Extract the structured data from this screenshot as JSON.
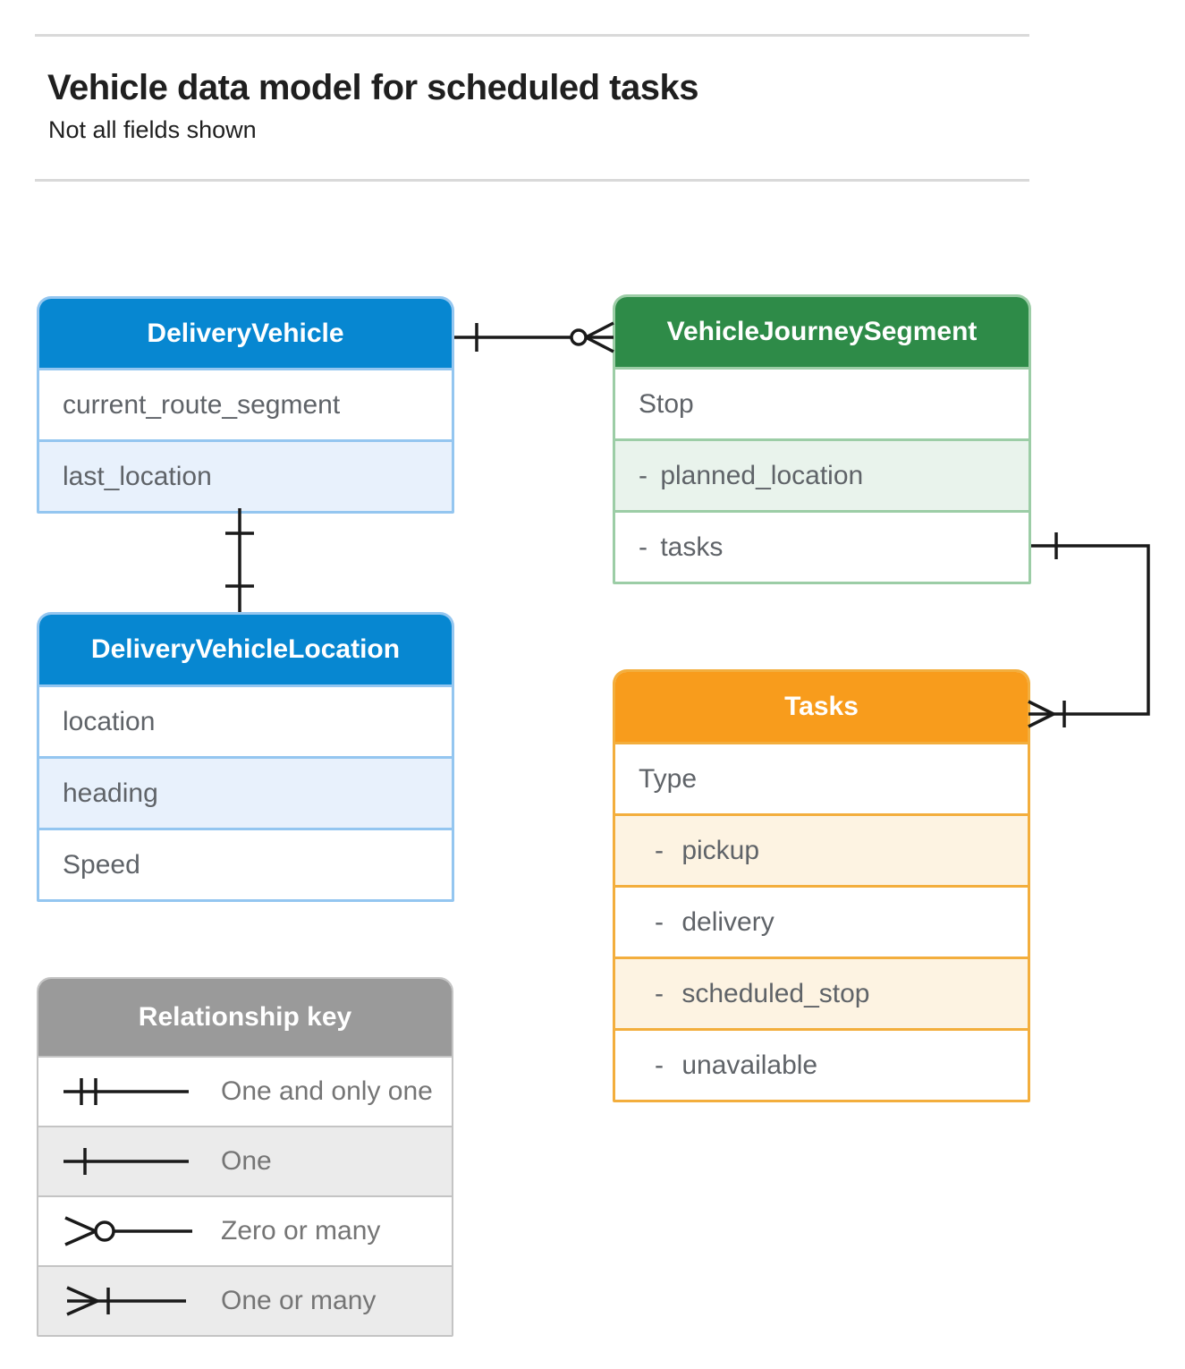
{
  "page": {
    "title": "Vehicle data model for scheduled tasks",
    "subtitle": "Not all fields shown"
  },
  "entities": [
    {
      "id": "delivery-vehicle",
      "title": "DeliveryVehicle",
      "theme_color": "#0787d1",
      "fields": [
        "current_route_segment",
        "last_location"
      ]
    },
    {
      "id": "vehicle-journey-segment",
      "title": "VehicleJourneySegment",
      "theme_color": "#2e8b48",
      "fields": [
        "Stop",
        "- planned_location",
        "- tasks"
      ]
    },
    {
      "id": "delivery-vehicle-location",
      "title": "DeliveryVehicleLocation",
      "theme_color": "#0787d1",
      "fields": [
        "location",
        "heading",
        "Speed"
      ]
    },
    {
      "id": "tasks",
      "title": "Tasks",
      "theme_color": "#f89c1c",
      "fields": [
        "Type",
        "- pickup",
        "- delivery",
        "- scheduled_stop",
        "- unavailable"
      ]
    }
  ],
  "relationships": [
    {
      "from": "DeliveryVehicle",
      "to": "VehicleJourneySegment",
      "from_end": "one",
      "to_end": "zero-or-many"
    },
    {
      "from": "DeliveryVehicle",
      "to": "DeliveryVehicleLocation",
      "from_end": "one",
      "to_end": "one"
    },
    {
      "from": "VehicleJourneySegment.tasks",
      "to": "Tasks",
      "from_end": "one",
      "to_end": "one-or-many"
    }
  ],
  "legend": {
    "title": "Relationship key",
    "items": [
      {
        "symbol": "one-and-only-one",
        "label": "One and only one"
      },
      {
        "symbol": "one",
        "label": "One"
      },
      {
        "symbol": "zero-or-many",
        "label": "Zero or many"
      },
      {
        "symbol": "one-or-many",
        "label": "One or many"
      }
    ]
  },
  "colors": {
    "blue_header": "#0787d1",
    "blue_tint": "#e8f1fc",
    "blue_border": "#94c6f0",
    "green_header": "#2e8b48",
    "green_tint": "#e9f3ec",
    "green_border": "#9ccda6",
    "orange_header": "#f89c1c",
    "orange_tint": "#fdf3e2",
    "orange_border": "#f3ae3d",
    "gray_header": "#9a9a9a",
    "gray_tint": "#ebebeb",
    "field_text": "#5f6368",
    "connector": "#1a1a1a"
  }
}
